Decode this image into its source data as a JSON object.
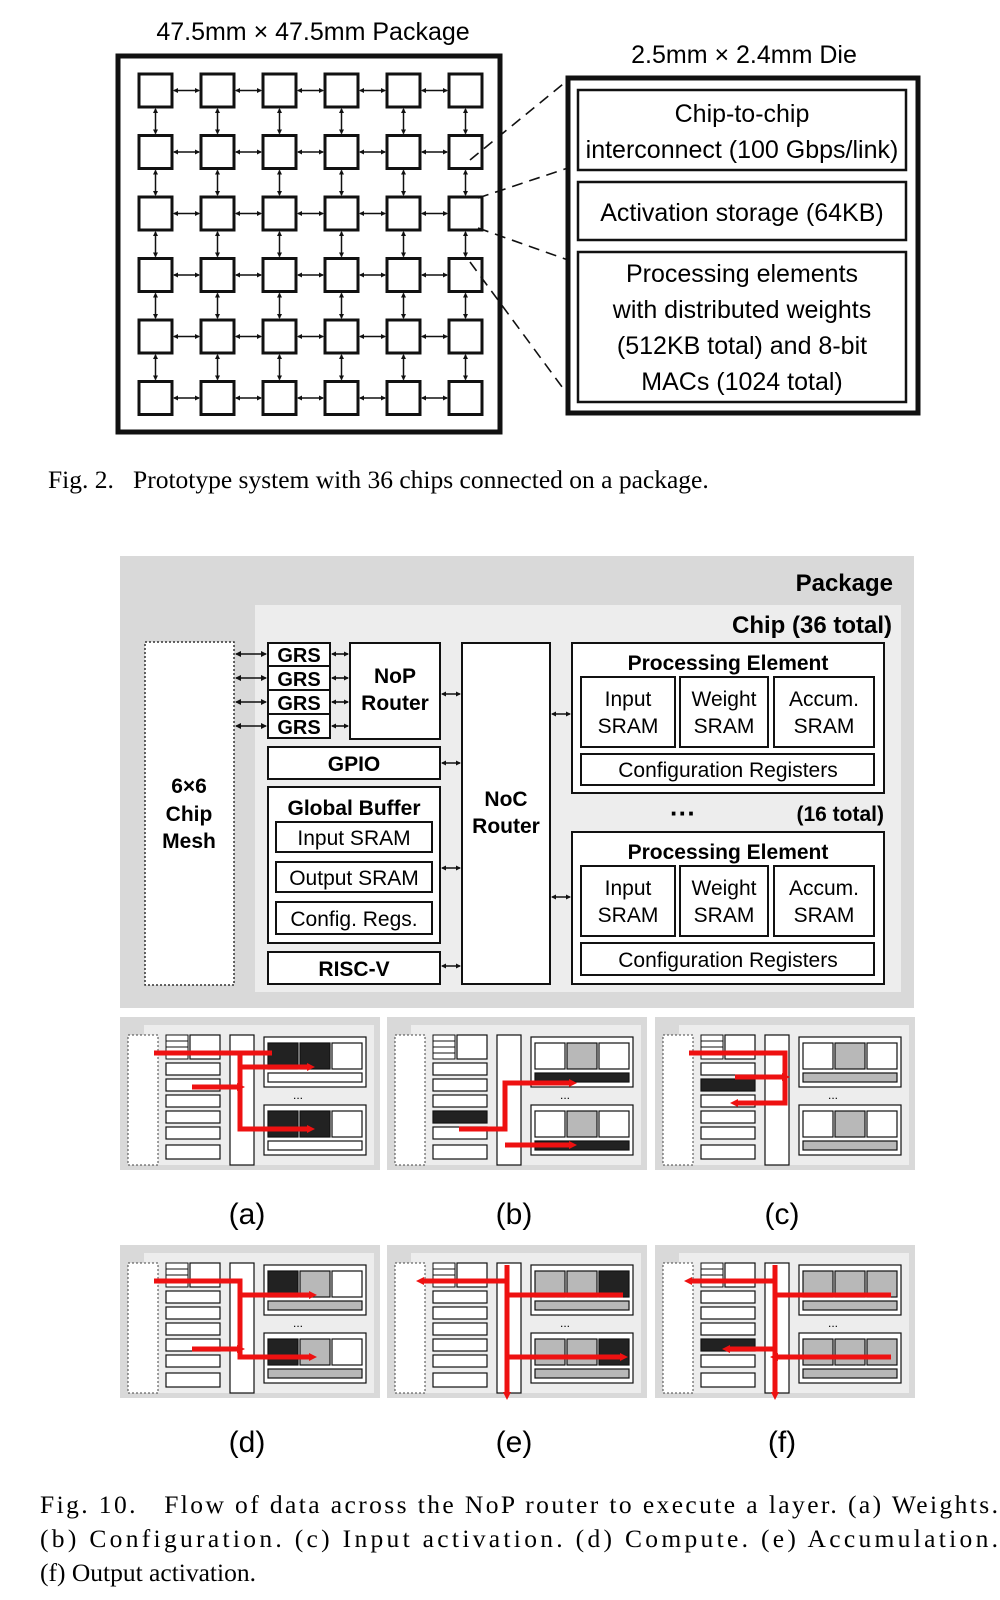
{
  "fig2": {
    "package_label": "47.5mm × 47.5mm Package",
    "die_label": "2.5mm × 2.4mm Die",
    "die_box1_line1": "Chip-to-chip",
    "die_box1_line2": "interconnect (100 Gbps/link)",
    "die_box2": "Activation storage (64KB)",
    "die_box3_line1": "Processing elements",
    "die_box3_line2": "with distributed weights",
    "die_box3_line3": "(512KB total) and 8-bit",
    "die_box3_line4": "MACs (1024 total)",
    "caption": "Fig. 2.   Prototype system with 36 chips connected on a package.",
    "grid": {
      "rows": 6,
      "cols": 6
    }
  },
  "block": {
    "package_label": "Package",
    "chip_label": "Chip (36 total)",
    "mesh_line1": "6×6",
    "mesh_line2": "Chip",
    "mesh_line3": "Mesh",
    "grs": [
      "GRS",
      "GRS",
      "GRS",
      "GRS"
    ],
    "nop_line1": "NoP",
    "nop_line2": "Router",
    "gpio": "GPIO",
    "global_buffer": "Global Buffer",
    "input_sram": "Input SRAM",
    "output_sram": "Output SRAM",
    "config_regs": "Config. Regs.",
    "riscv": "RISC-V",
    "noc_line1": "NoC",
    "noc_line2": "Router",
    "pe_title": "Processing Element",
    "pe_input_1": "Input",
    "pe_input_2": "SRAM",
    "pe_weight_1": "Weight",
    "pe_weight_2": "SRAM",
    "pe_accum_1": "Accum.",
    "pe_accum_2": "SRAM",
    "pe_config": "Configuration Registers",
    "pe_dots": "···",
    "pe_total": "(16 total)"
  },
  "flow": {
    "panel_dots": "...",
    "labels": [
      "(a)",
      "(b)",
      "(c)",
      "(d)",
      "(e)",
      "(f)"
    ],
    "caption_line1": "Fig. 10.   Flow of data across the NoP router to execute a layer. (a) Weights.",
    "caption_line2": "(b) Configuration. (c) Input activation. (d) Compute. (e) Accumulation.",
    "caption_line3": "(f) Output activation."
  },
  "colors": {
    "line": "#111111",
    "package_gray": "#d9d9d9",
    "chip_gray": "#ededed",
    "flow_red": "#ee1111",
    "active_dark": "#222222",
    "used_mid": "#b8b8b8"
  }
}
